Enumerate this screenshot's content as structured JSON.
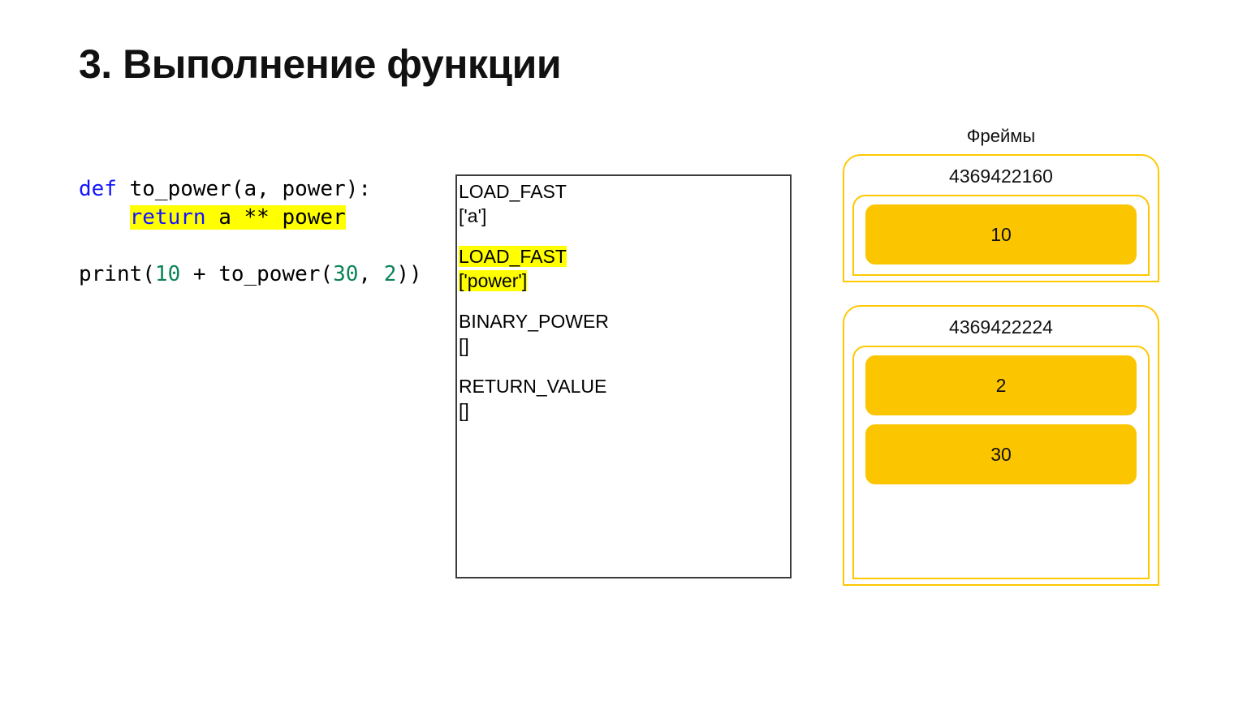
{
  "slide": {
    "title": "3. Выполнение функции"
  },
  "code": {
    "lines": [
      [
        {
          "t": "def",
          "cls": "kw"
        },
        {
          "t": " to_power(a, power):",
          "cls": ""
        }
      ],
      [
        {
          "t": "    ",
          "cls": ""
        },
        {
          "t": "return",
          "cls": "kw hl"
        },
        {
          "t": " a ** power",
          "cls": "hl"
        }
      ],
      [],
      [
        {
          "t": "print(",
          "cls": ""
        },
        {
          "t": "10",
          "cls": "num"
        },
        {
          "t": " + to_power(",
          "cls": ""
        },
        {
          "t": "30",
          "cls": "num"
        },
        {
          "t": ", ",
          "cls": ""
        },
        {
          "t": "2",
          "cls": "num"
        },
        {
          "t": "))",
          "cls": ""
        }
      ]
    ]
  },
  "bytecode": {
    "instructions": [
      {
        "opcode": "LOAD_FAST",
        "stack": "['a']",
        "highlighted": false
      },
      {
        "opcode": "LOAD_FAST",
        "stack": "['power']",
        "highlighted": true
      },
      {
        "opcode": "BINARY_POWER",
        "stack": "[]",
        "highlighted": false
      },
      {
        "opcode": "RETURN_VALUE",
        "stack": "[]",
        "highlighted": false
      }
    ]
  },
  "frames": {
    "title": "Фреймы",
    "items": [
      {
        "id": "4369422160",
        "values": [
          "10"
        ]
      },
      {
        "id": "4369422224",
        "values": [
          "2",
          "30"
        ]
      }
    ]
  },
  "colors": {
    "keyword": "#1414ff",
    "number": "#0b8457",
    "highlight": "#ffff00",
    "frame_border": "#ffc800",
    "value_block": "#fbc500",
    "box_border": "#3c3c3c"
  }
}
